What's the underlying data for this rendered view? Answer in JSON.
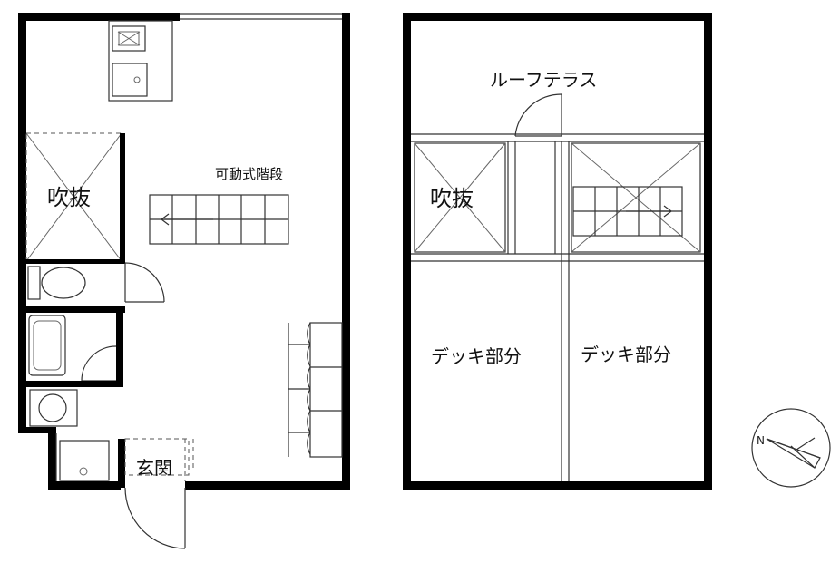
{
  "floor1": {
    "void_label": "吹抜",
    "stairs_label": "可動式階段",
    "entrance_label": "玄関"
  },
  "floor2": {
    "roof_terrace_label": "ルーフテラス",
    "void_label": "吹抜",
    "deck_left_label": "デッキ部分",
    "deck_right_label": "デッキ部分"
  },
  "compass": {
    "north_label": "N",
    "icon": "north-arrow-icon"
  },
  "colors": {
    "wall": "#000000",
    "line": "#333333",
    "background": "#ffffff"
  }
}
